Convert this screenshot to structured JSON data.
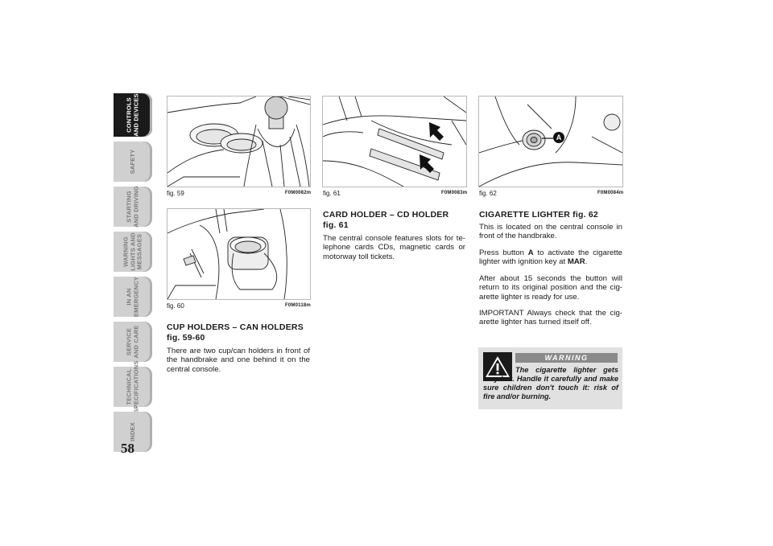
{
  "page_number": "58",
  "sidebar": {
    "tabs": [
      {
        "label": "CONTROLS\nAND DEVICES",
        "active": true
      },
      {
        "label": "SAFETY",
        "active": false
      },
      {
        "label": "STARTING\nAND DRIVING",
        "active": false
      },
      {
        "label": "WARNING\nLIGHTS AND\nMESSAGES",
        "active": false
      },
      {
        "label": "IN AN\nEMERGENCY",
        "active": false
      },
      {
        "label": "SERVICE\nAND CARE",
        "active": false
      },
      {
        "label": "TECHNICAL\nSPECIFICATIONS",
        "active": false
      },
      {
        "label": "INDEX",
        "active": false
      }
    ]
  },
  "figures": {
    "fig59": {
      "label": "fig. 59",
      "code": "F0M0082m"
    },
    "fig60": {
      "label": "fig. 60",
      "code": "F0M0118m"
    },
    "fig61": {
      "label": "fig. 61",
      "code": "F0M0083m"
    },
    "fig62": {
      "label": "fig. 62",
      "code": "F0M0084m",
      "callout": "A"
    }
  },
  "cup_holders": {
    "heading_line1": "CUP HOLDERS – CAN HOLDERS",
    "heading_line2": "fig. 59-60",
    "body": "There are two cup/can holders in front of the handbrake and one behind it on the central console."
  },
  "card_holder": {
    "heading_line1": "CARD HOLDER – CD HOLDER",
    "heading_line2": "fig. 61",
    "body": "The central console features slots for te-lephone cards CDs, magnetic cards or motorway toll tickets."
  },
  "cigarette_lighter": {
    "heading": "CIGARETTE LIGHTER fig. 62",
    "p1": "This is located on the central console in front of the handbrake.",
    "p2_before": "Press button ",
    "p2_button": "A",
    "p2_middle": " to activate the cigarette lighter with ignition key at ",
    "p2_key": "MAR",
    "p2_after": ".",
    "p3": "After about 15 seconds the button will return to its original position and the cig-arette lighter is ready for use.",
    "p4": "IMPORTANT Always check that the cig-arette lighter has turned itself off."
  },
  "warning": {
    "title": "WARNING",
    "text": "The cigarette lighter gets very hot. Handle it carefully and make sure children don't touch it: risk of fire and/or burning."
  }
}
